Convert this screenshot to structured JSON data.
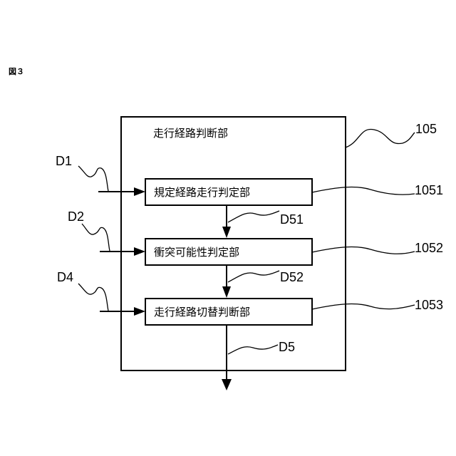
{
  "figure_label": "図３",
  "outer_block": {
    "title": "走行経路判断部",
    "ref": "105"
  },
  "blocks": [
    {
      "label": "規定経路走行判定部",
      "ref": "1051",
      "input": "D1",
      "output": "D51"
    },
    {
      "label": "衝突可能性判定部",
      "ref": "1052",
      "input": "D2",
      "output": "D52"
    },
    {
      "label": "走行経路切替判断部",
      "ref": "1053",
      "input": "D4",
      "output": "D5"
    }
  ]
}
